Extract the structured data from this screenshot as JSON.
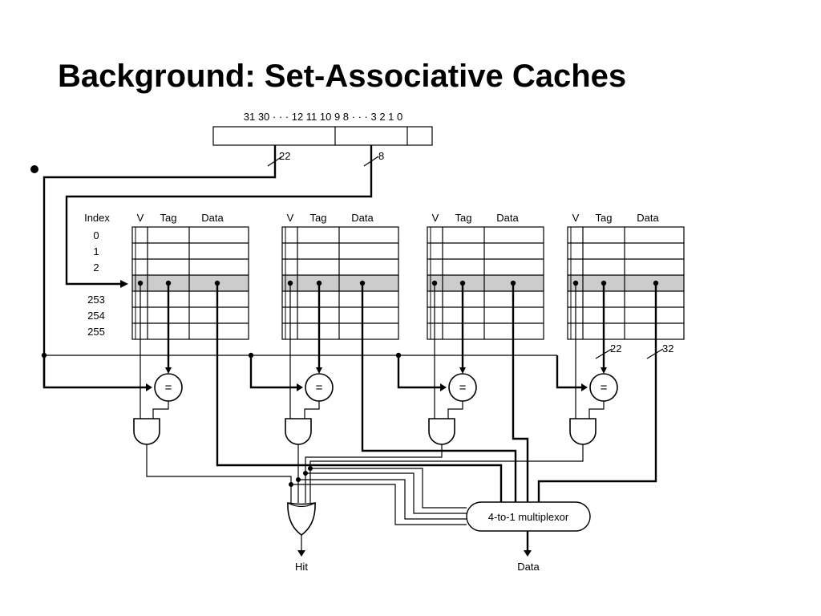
{
  "slide": {
    "title": "Background: Set-Associative Caches"
  },
  "address": {
    "bits_label": "31 30 · · · 12 11 10 9 8 · · · 3 2 1 0",
    "tag_width": "22",
    "index_width": "8"
  },
  "table": {
    "index_header": "Index",
    "rows": [
      "0",
      "1",
      "2",
      "",
      "253",
      "254",
      "255"
    ]
  },
  "ways": [
    {
      "v": "V",
      "tag": "Tag",
      "data": "Data"
    },
    {
      "v": "V",
      "tag": "Tag",
      "data": "Data"
    },
    {
      "v": "V",
      "tag": "Tag",
      "data": "Data"
    },
    {
      "v": "V",
      "tag": "Tag",
      "data": "Data"
    }
  ],
  "buses": {
    "tag_width": "22",
    "data_width": "32"
  },
  "comparator_symbol": "=",
  "mux_label": "4-to-1 multiplexor",
  "outputs": {
    "hit": "Hit",
    "data": "Data"
  },
  "colors": {
    "selected_row": "#cccccc",
    "ink": "#000000"
  }
}
